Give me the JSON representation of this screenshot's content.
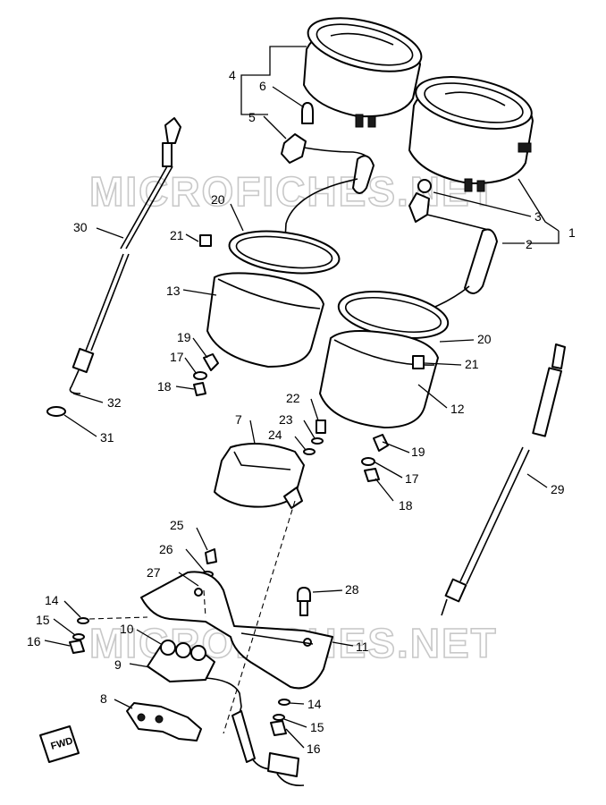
{
  "watermarks": [
    "MICROFICHES.NET",
    "MICROFICHES.NET"
  ],
  "direction_marker": "FWD",
  "callouts": {
    "c1": "1",
    "c2": "2",
    "c3": "3",
    "c4": "4",
    "c5": "5",
    "c6": "6",
    "c7": "7",
    "c8": "8",
    "c9": "9",
    "c10": "10",
    "c11": "11",
    "c12": "12",
    "c13": "13",
    "c14a": "14",
    "c14b": "14",
    "c15a": "15",
    "c15b": "15",
    "c16a": "16",
    "c16b": "16",
    "c17a": "17",
    "c17b": "17",
    "c18a": "18",
    "c18b": "18",
    "c19a": "19",
    "c19b": "19",
    "c20a": "20",
    "c20b": "20",
    "c21a": "21",
    "c21b": "21",
    "c22": "22",
    "c23": "23",
    "c24": "24",
    "c25": "25",
    "c26": "26",
    "c27": "27",
    "c28": "28",
    "c29": "29",
    "c30": "30",
    "c31": "31",
    "c32": "32"
  }
}
